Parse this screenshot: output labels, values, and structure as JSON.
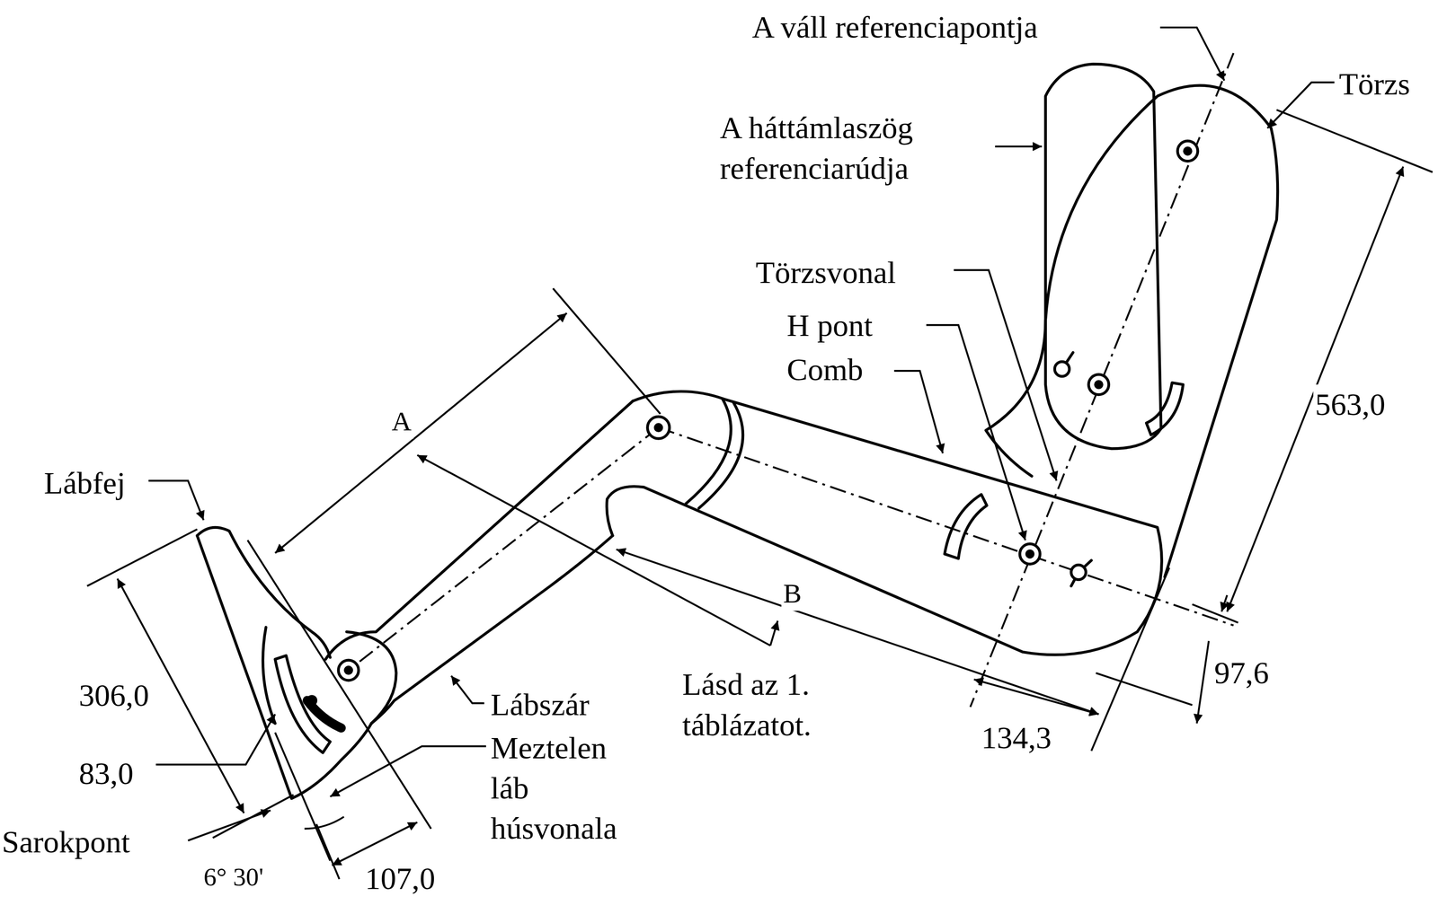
{
  "diagram": {
    "labels": [
      "A váll referenciapontja",
      "Törzs",
      "A háttámlaszög referenciarúdja",
      "Törzsvonal",
      "H pont",
      "Comb",
      "563,0",
      "A",
      "Lábfej",
      "B",
      "Lásd az 1. táblázatot.",
      "Lábszár",
      "97,6",
      "306,0",
      "Meztelen láb húsvonala",
      "83,0",
      "134,3",
      "Sarokpont",
      "6° 30'",
      "107,0"
    ]
  }
}
